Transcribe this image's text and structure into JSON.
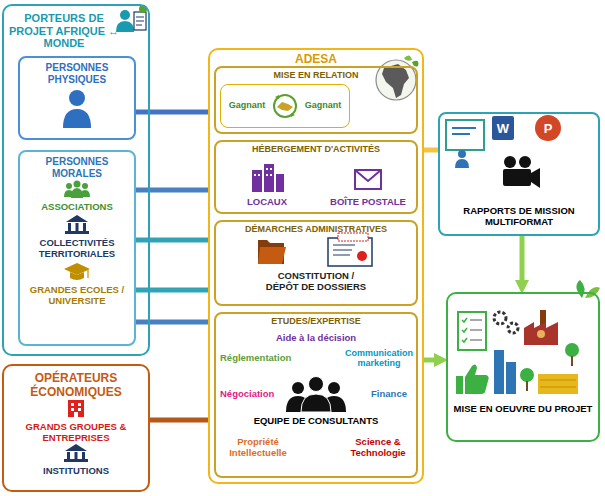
{
  "diagram": {
    "nodes": [
      {
        "text": [
          "PORTEURS DE PROJET AFRIQUE ↔ MONDE"
        ]
      },
      {
        "text": [
          "PERSONNES PHYSIQUES"
        ],
        "in": 0
      },
      {
        "text": [
          "PERSONNES MORALES",
          "ASSOCIATIONS",
          "COLLECTIVITÉS TERRITORIALES",
          "GRANDES ECOLES / UNIVERSITE"
        ],
        "in": 0
      },
      {
        "text": [
          "OPÉRATEURS ÉCONOMIQUES",
          "GRANDS GROUPES & ENTREPRISES",
          "INSTITUTIONS"
        ]
      },
      {
        "text": [
          "ADESA"
        ]
      },
      {
        "text": [
          "MISE EN RELATION"
        ],
        "in": 4
      },
      {
        "text": [
          "Gagnant",
          "Gagnant"
        ],
        "in": 5
      },
      {
        "text": [
          "HÉBERGEMENT D'ACTIVITÉS",
          "LOCAUX",
          "BOÎTE POSTALE"
        ],
        "in": 4
      },
      {
        "text": [
          "DÉMARCHES ADMINISTRATIVES",
          "CONSTITUTION / DÉPÔT DE DOSSIERS"
        ],
        "in": 4
      },
      {
        "text": [
          "ETUDES/EXPERTISE",
          "Aide à la décision",
          "Réglementation",
          "Communication marketing",
          "Négociation",
          "Finance",
          "EQUIPE DE CONSULTANTS",
          "Propriété Intellectuelle",
          "Science & Technologie"
        ],
        "in": 4
      },
      {
        "text": [
          "RAPPORTS DE MISSION MULTIFORMAT"
        ]
      },
      {
        "text": [
          "MISE EN OEUVRE DU PROJET"
        ]
      }
    ],
    "edges": [
      {
        "from": 1,
        "to": 4,
        "arrow": "none"
      },
      {
        "from": 2,
        "to": 4,
        "arrow": "none"
      },
      {
        "from": 2,
        "to": 4,
        "arrow": "none"
      },
      {
        "from": 2,
        "to": 4,
        "arrow": "none"
      },
      {
        "from": 2,
        "to": 4,
        "arrow": "none"
      },
      {
        "from": 3,
        "to": 4,
        "arrow": "none"
      },
      {
        "from": 4,
        "to": 10,
        "arrow": "none"
      },
      {
        "from": 10,
        "to": 11,
        "arrow": "to"
      },
      {
        "from": 4,
        "to": 11,
        "arrow": "to"
      }
    ],
    "labels": [
      "W",
      "P"
    ]
  }
}
